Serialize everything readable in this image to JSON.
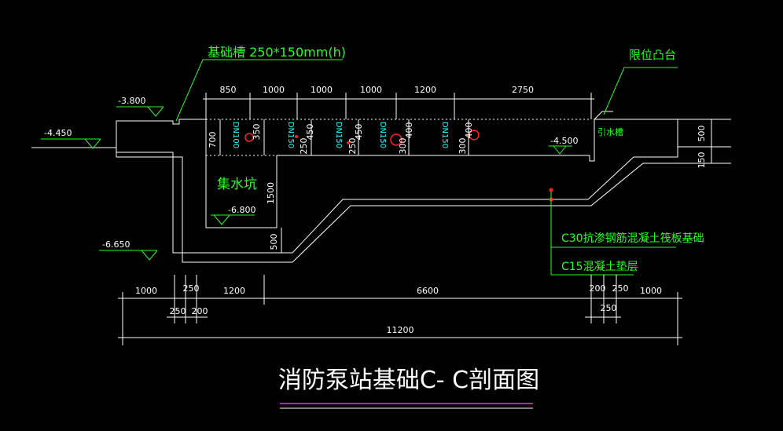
{
  "colors": {
    "background": "#000000",
    "outline": "#ffffff",
    "leader": "#22ff22",
    "pipe_label": "#22ffff",
    "pipe_marker": "#ff2222",
    "title_underline": "#ff22ff"
  },
  "title": "消防泵站基础C- C剖面图",
  "callouts": {
    "groove": "基础槽 250*150mm(h)",
    "limit_platform": "限位凸台",
    "sump": "集水坑",
    "drain_channel": "引水槽",
    "raft_foundation": "C30抗渗钢筋混凝土筏板基础",
    "cushion": "C15混凝土垫层"
  },
  "levels": {
    "l1": "-3.800",
    "l2": "-4.450",
    "l3": "-4.500",
    "l4": "-6.800",
    "l5": "-6.650"
  },
  "top_dims": [
    "850",
    "1000",
    "1000",
    "1000",
    "1200",
    "2750"
  ],
  "pipes": [
    "DN100",
    "DN150",
    "DN150",
    "DN150",
    "DN150"
  ],
  "pipe_dims": [
    "350",
    "250",
    "450",
    "250",
    "450",
    "300",
    "400",
    "300",
    "400"
  ],
  "side_dims": {
    "d700": "700",
    "d1500": "1500",
    "d500": "500",
    "r500": "500",
    "r150": "150"
  },
  "bottom_dims": {
    "row1": [
      "1000",
      "250",
      "1200",
      "6600",
      "200",
      "250",
      "1000"
    ],
    "row2_left": [
      "250",
      "200"
    ],
    "row2_right": [
      "250"
    ],
    "total": "11200"
  }
}
